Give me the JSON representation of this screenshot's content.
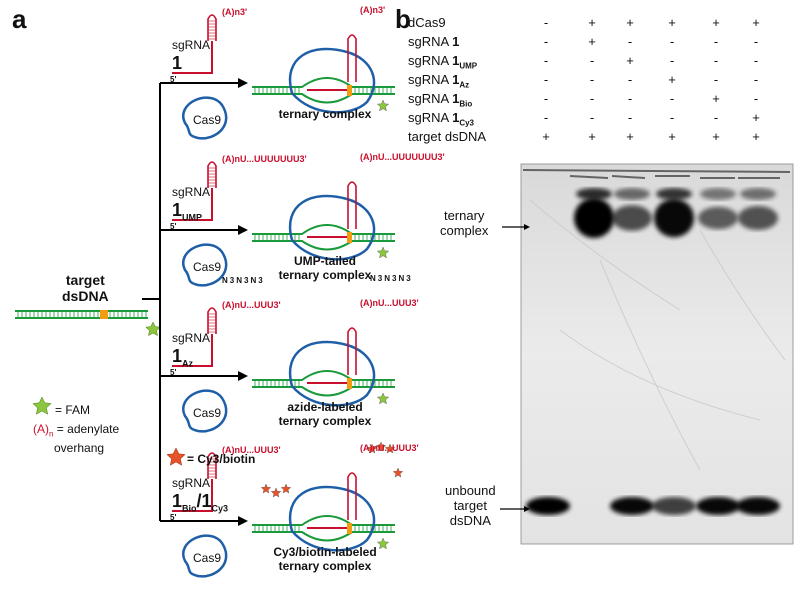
{
  "panel_a": {
    "letter": "a",
    "target": [
      "target",
      "dsDNA"
    ],
    "rows": [
      {
        "sgrna": "sgRNA",
        "id": "1",
        "sub": "",
        "tail": "(A)n3'",
        "complex": [
          "ternary complex"
        ]
      },
      {
        "sgrna": "sgRNA",
        "id": "1",
        "sub": "UMP",
        "tail": "(A)nU...UUUUUUU3'",
        "complex": [
          "UMP-tailed",
          "ternary complex"
        ]
      },
      {
        "sgrna": "sgRNA",
        "id": "1",
        "sub": "Az",
        "tail": "(A)nU...UUU3'",
        "complex": [
          "azide-labeled",
          "ternary complex"
        ]
      },
      {
        "sgrna": "sgRNA",
        "id": "1",
        "sub": "Bio",
        "id2": "1",
        "sub2": "Cy3",
        "tail": "(A)nU...UUU3'",
        "complex": [
          "Cy3/biotin-labeled",
          "ternary complex"
        ]
      }
    ],
    "cas9": "Cas9",
    "five_prime": "5'",
    "three_prime": "3'",
    "azide": "N3",
    "legend": {
      "fam": "= FAM",
      "adenylate": "(A)",
      "adenylate_sub": "n",
      "adenylate_text": [
        "= adenylate",
        "overhang"
      ],
      "cy3": "= Cy3/biotin"
    },
    "colors": {
      "rna": "#c8102e",
      "dna": "#1a9a3a",
      "cas9": "#1f5fa8",
      "umps": "#2aa7d8",
      "fam": "#8cc63f",
      "cy3": "#e8522a",
      "orange": "#f39c12"
    }
  },
  "panel_b": {
    "letter": "b",
    "row_labels": [
      {
        "text": "dCas9",
        "id": "",
        "sub": ""
      },
      {
        "text": "sgRNA ",
        "id": "1",
        "sub": ""
      },
      {
        "text": "sgRNA ",
        "id": "1",
        "sub": "UMP"
      },
      {
        "text": "sgRNA ",
        "id": "1",
        "sub": "Az"
      },
      {
        "text": "sgRNA ",
        "id": "1",
        "sub": "Bio"
      },
      {
        "text": "sgRNA ",
        "id": "1",
        "sub": "Cy3"
      },
      {
        "text": "target dsDNA",
        "id": "",
        "sub": ""
      }
    ],
    "lanes": [
      [
        "-",
        "-",
        "-",
        "-",
        "-",
        "-",
        "+"
      ],
      [
        "+",
        "+",
        "-",
        "-",
        "-",
        "-",
        "+"
      ],
      [
        "+",
        "-",
        "+",
        "-",
        "-",
        "-",
        "+"
      ],
      [
        "+",
        "-",
        "-",
        "+",
        "-",
        "-",
        "+"
      ],
      [
        "+",
        "-",
        "-",
        "-",
        "+",
        "-",
        "+"
      ],
      [
        "+",
        "-",
        "-",
        "-",
        "-",
        "+",
        "+"
      ]
    ],
    "gel_labels": {
      "ternary": [
        "ternary",
        "complex"
      ],
      "unbound": [
        "unbound",
        "target",
        "dsDNA"
      ]
    },
    "band_intensity": {
      "ternary": [
        0,
        1.0,
        0.55,
        0.95,
        0.45,
        0.5
      ],
      "unbound": [
        1.0,
        0,
        0.95,
        0.6,
        0.95,
        0.95
      ]
    }
  }
}
